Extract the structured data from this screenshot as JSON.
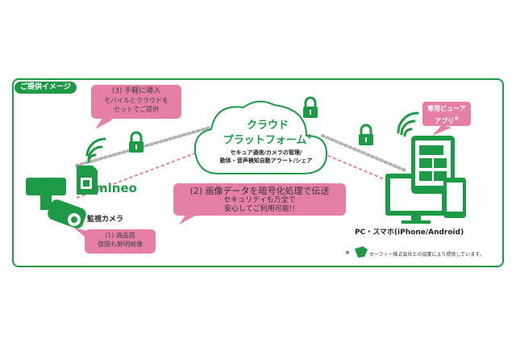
{
  "badge": "ご提供イメージ",
  "callout_top": {
    "line1": "(3) 手軽に導入",
    "line2": "モバイルとクラウドを",
    "line3": "セットでご提供"
  },
  "callout_bottom": {
    "line1": "(1) 高品質",
    "line2": "夜間も鮮明映像"
  },
  "cloud": {
    "title1": "クラウド",
    "title2": "プラットフォーム",
    "mark": "※",
    "sub1": "セキュア通信/カメラの管理/",
    "sub2": "動体・音声検知自動アラート/シェア"
  },
  "center_note": {
    "line1": "(2) 画像データを暗号化処理で伝送",
    "line2": "セキュリティも万全で",
    "line3": "安心してご利用可能!!"
  },
  "brand": "mineo",
  "camera_label": "監視カメラ",
  "app_tag": {
    "line1": "専用ビューア",
    "line2": "アプリ",
    "mark": "※"
  },
  "devices_label": "PC・スマホ(iPhone/Android)",
  "footnote": {
    "mark": "※",
    "text": "セーフィー株式会社との協業により提供しています。"
  },
  "colors": {
    "green": "#1e9a47",
    "pink": "#e57fa7",
    "gray": "#b3b3b3"
  }
}
